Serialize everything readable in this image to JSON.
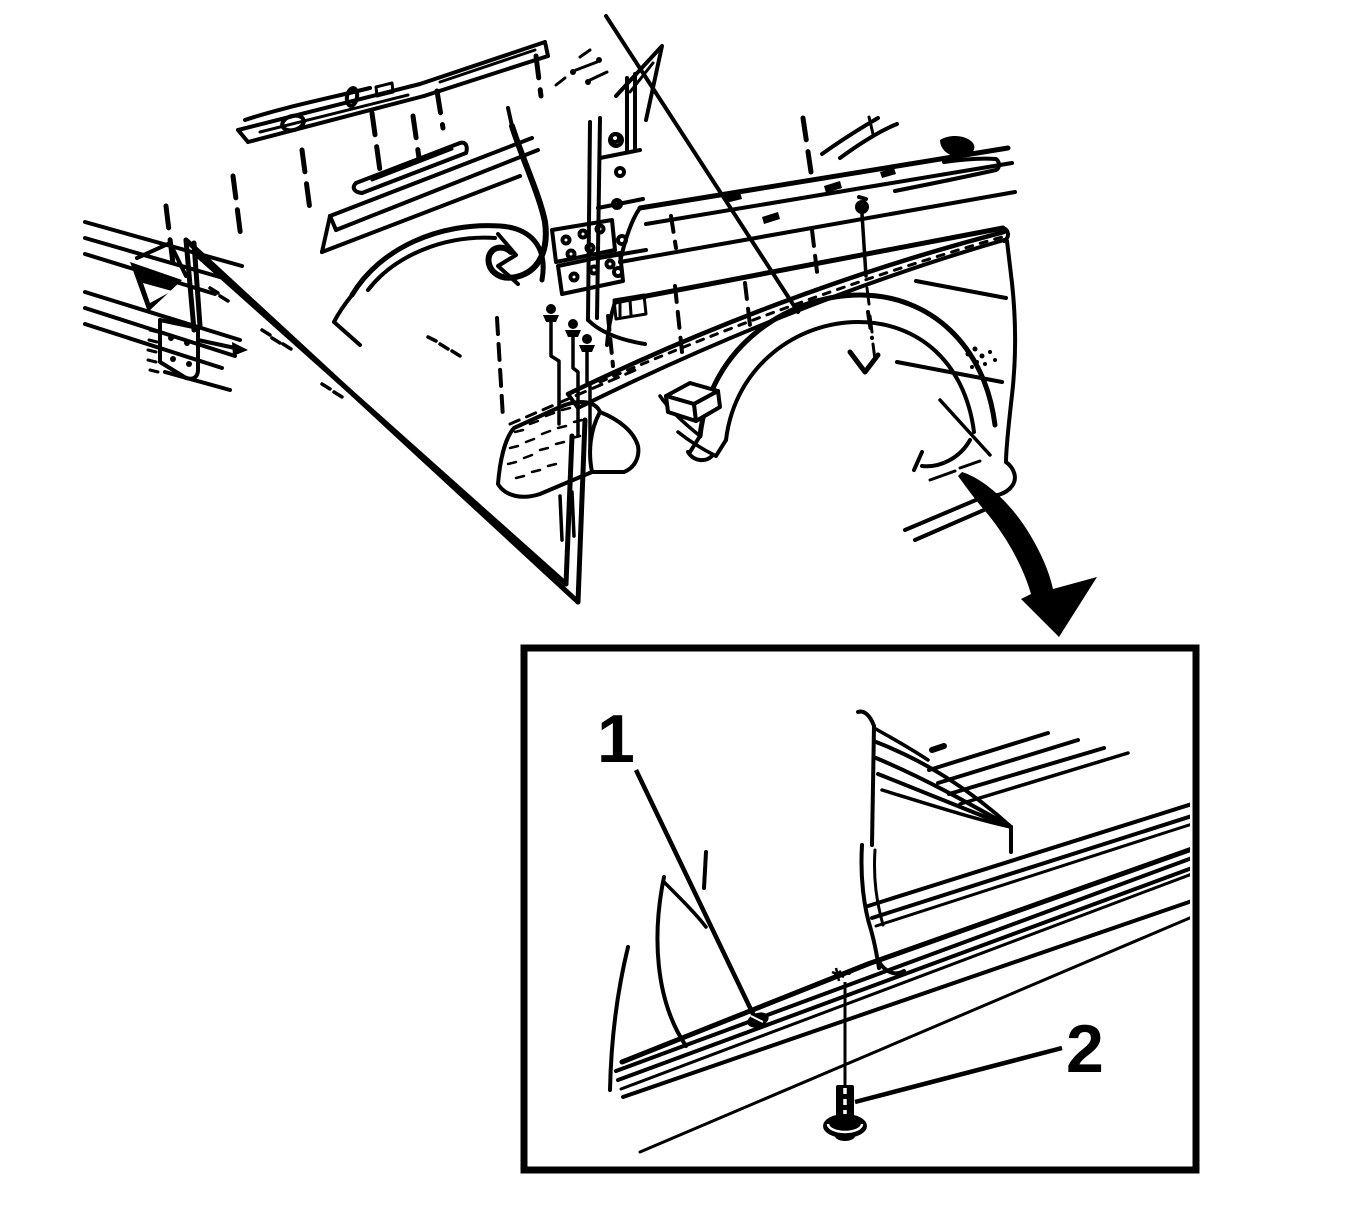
{
  "figure": {
    "background_color": "#ffffff",
    "line_color": "#000000",
    "callouts": [
      {
        "label": "1"
      },
      {
        "label": "2"
      }
    ],
    "icons": {
      "detail_arrow": "curved-down-arrow"
    }
  }
}
